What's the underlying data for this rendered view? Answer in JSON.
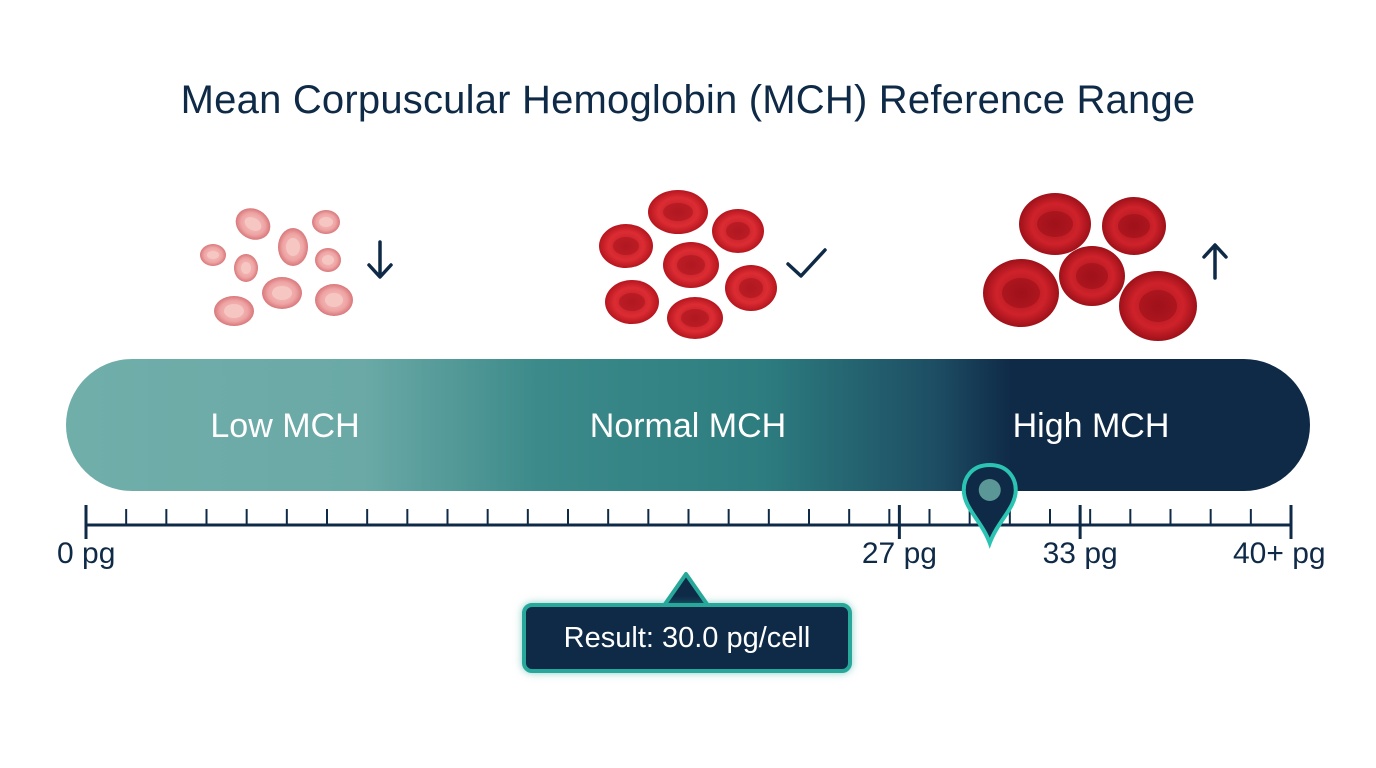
{
  "title": "Mean Corpuscular Hemoglobin (MCH) Reference Range",
  "ranges": {
    "low": {
      "label": "Low MCH",
      "indicator": "down-arrow"
    },
    "normal": {
      "label": "Normal MCH",
      "indicator": "check-mark"
    },
    "high": {
      "label": "High MCH",
      "indicator": "up-arrow"
    }
  },
  "axis": {
    "min": 0,
    "max": 40,
    "ticks": [
      {
        "value": 0,
        "label": "0 pg"
      },
      {
        "value": 27,
        "label": "27 pg"
      },
      {
        "value": 33,
        "label": "33 pg"
      },
      {
        "value": 40,
        "label": "40+ pg"
      }
    ]
  },
  "result": {
    "value": 30.0,
    "label": "Result: 30.0 pg/cell"
  },
  "colors": {
    "navy": "#0f2a47",
    "teal": "#28a89b",
    "low_cell": "#f1a7a7",
    "normal_cell": "#d9262f",
    "high_cell": "#c8202a"
  }
}
